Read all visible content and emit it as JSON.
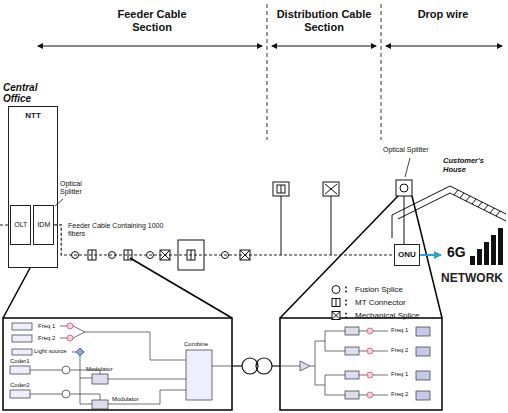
{
  "diagram": {
    "nodes": [
      {
        "text": [
          "Central Office",
          "NTT"
        ]
      },
      {
        "text": [
          "OLT"
        ],
        "in": 0
      },
      {
        "text": [
          "IDM"
        ],
        "in": 0
      },
      {
        "text": [
          "ONU"
        ]
      },
      {
        "text": [
          "6G",
          "NETWORK"
        ]
      }
    ],
    "edges": [
      {
        "from": 2,
        "to": 3,
        "arrow": "none"
      },
      {
        "from": 3,
        "to": 4,
        "arrow": "to"
      }
    ],
    "labels": [
      "Feeder Cable Section",
      "Distribution Cable Section",
      "Drop wire",
      "Optical Splitter",
      "Feeder Cable Containing 1000 fibers",
      "Optical Splitter",
      "Customer's House",
      "Freq 1",
      "Freq 2",
      "Light source",
      "Coder1",
      "Modulator",
      "Coder2",
      "Modulator",
      "Combine",
      "Freq 1",
      "Freq 2",
      "Freq 1",
      "Freq 2"
    ],
    "legend": [
      {
        "text": "Fusion Splice"
      },
      {
        "text": "MT Connector"
      },
      {
        "text": "Mechanical Splice"
      }
    ]
  }
}
